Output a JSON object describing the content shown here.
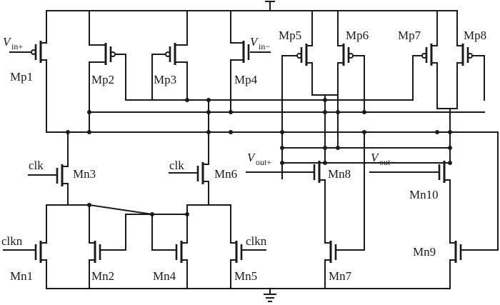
{
  "transistors": {
    "mp1": "Mp1",
    "mp2": "Mp2",
    "mp3": "Mp3",
    "mp4": "Mp4",
    "mp5": "Mp5",
    "mp6": "Mp6",
    "mp7": "Mp7",
    "mp8": "Mp8",
    "mn1": "Mn1",
    "mn2": "Mn2",
    "mn3": "Mn3",
    "mn4": "Mn4",
    "mn5": "Mn5",
    "mn6": "Mn6",
    "mn7": "Mn7",
    "mn8": "Mn8",
    "mn9": "Mn9",
    "mn10": "Mn10"
  },
  "signals": {
    "v": "V",
    "vin_plus_sub": "in+",
    "vin_minus_sub": "in−",
    "vout_plus_sub": "out+",
    "vout_minus_sub": "out−",
    "clk_left": "clk",
    "clk_right": "clk",
    "clkn_left": "clkn",
    "clkn_right": "clkn"
  }
}
